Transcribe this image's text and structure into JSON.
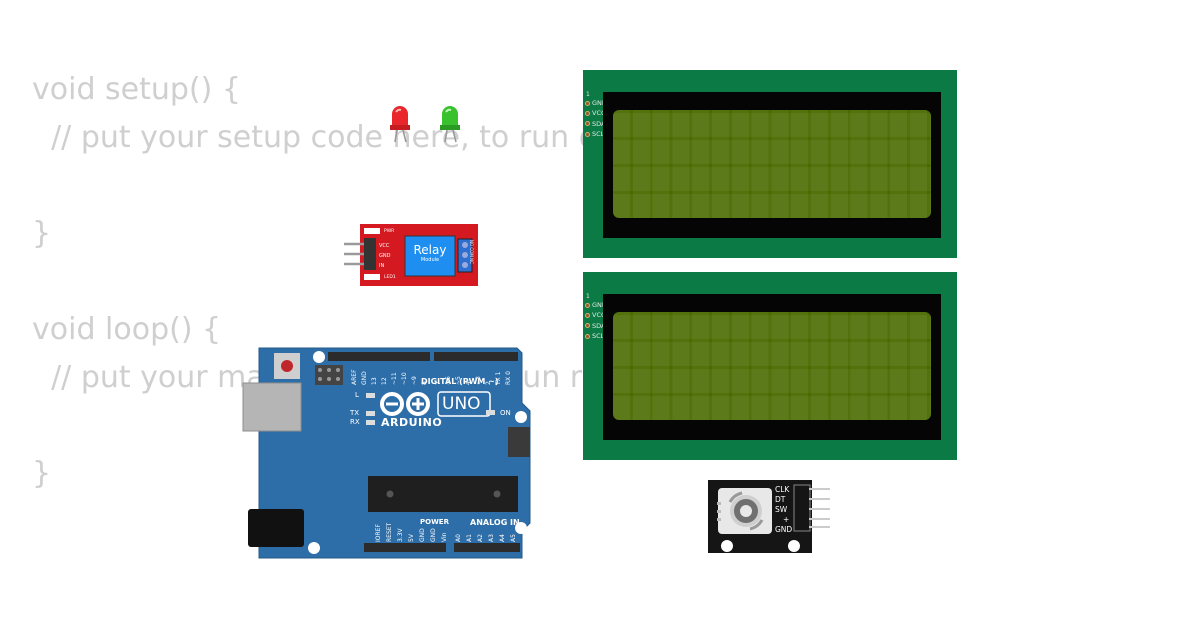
{
  "code_lines": [
    "void setup() {",
    "  // put your setup code here, to run once:",
    "",
    "}",
    "",
    "void loop() {",
    "  // put your main code here, to run repeatedly:",
    "",
    "}"
  ],
  "lcd_top": {
    "pins": [
      "GND",
      "VCC",
      "SDA",
      "SCL"
    ],
    "pin1_marker": "1"
  },
  "lcd_bottom": {
    "pins": [
      "GND",
      "VCC",
      "SDA",
      "SCL"
    ],
    "pin1_marker": "1"
  },
  "relay": {
    "title": "Relay",
    "subtitle": "Module",
    "pins": [
      "VCC",
      "GND",
      "IN"
    ],
    "pwr_label": "PWR",
    "led_label": "LED1",
    "terminal_label": "NO COM NC"
  },
  "leds": {
    "red_color": "#e8262b",
    "green_color": "#39c12e"
  },
  "arduino": {
    "brand": "ARDUINO",
    "model": "UNO",
    "digital_label": "DIGITAL (PWM ~)",
    "analog_label": "ANALOG IN",
    "power_label": "POWER",
    "top_pins": [
      "AREF",
      "GND",
      "13",
      "12",
      "~11",
      "~10",
      "~9",
      "8",
      "7",
      "~6",
      "~5",
      "4",
      "~3",
      "2",
      "TX 1",
      "RX 0"
    ],
    "power_pins": [
      "IOREF",
      "RESET",
      "3.3V",
      "5V",
      "GND",
      "GND",
      "Vin"
    ],
    "analog_pins": [
      "A0",
      "A1",
      "A2",
      "A3",
      "A4",
      "A5"
    ],
    "led_l": "L",
    "led_tx": "TX",
    "led_rx": "RX",
    "led_on": "ON",
    "board_color": "#2e6ea8"
  },
  "encoder": {
    "pins": [
      "CLK",
      "DT",
      "SW",
      "+",
      "GND"
    ]
  }
}
